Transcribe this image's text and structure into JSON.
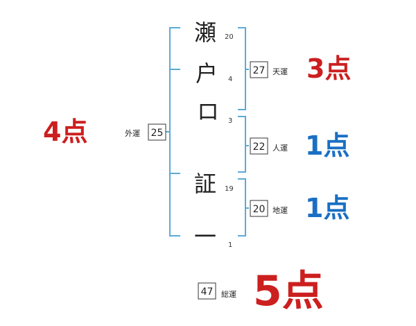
{
  "name_chars": [
    {
      "char": "瀬",
      "strokes": "20"
    },
    {
      "char": "户",
      "strokes": "4"
    },
    {
      "char": "ロ",
      "strokes": "3"
    },
    {
      "char": "証",
      "strokes": "19"
    },
    {
      "char": "一",
      "strokes": "1"
    }
  ],
  "fortunes": {
    "tenun": {
      "value": "27",
      "label": "天運",
      "score": "3点"
    },
    "jinun": {
      "value": "22",
      "label": "人運",
      "score": "1点"
    },
    "chiun": {
      "value": "20",
      "label": "地運",
      "score": "1点"
    },
    "gaiun": {
      "value": "25",
      "label": "外運",
      "score": "4点"
    },
    "souun": {
      "value": "47",
      "label": "総運",
      "score": "5点"
    }
  },
  "colors": {
    "bracket": "#5aaad6",
    "red": "#cc1f1f",
    "blue": "#1a6fc4",
    "box_border": "#333333",
    "text": "#222222"
  }
}
